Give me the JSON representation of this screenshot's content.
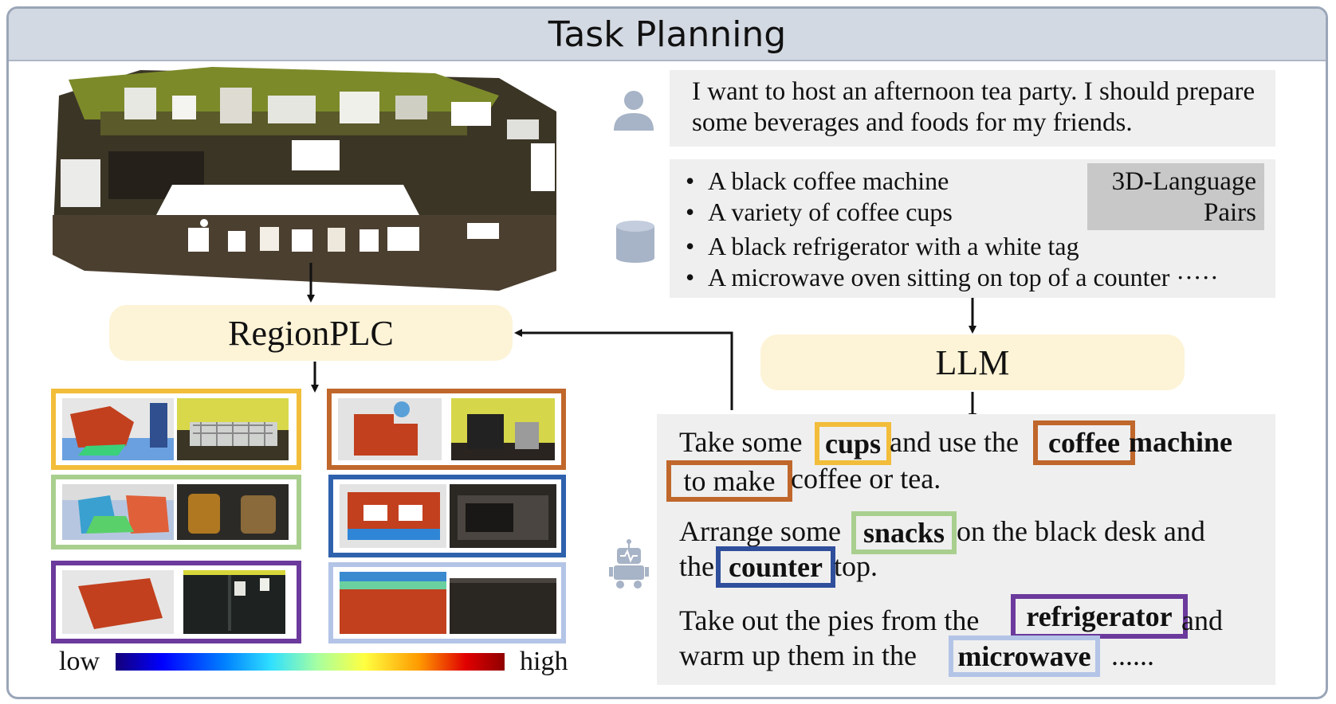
{
  "title": "Task Planning",
  "regionplc_label": "RegionPLC",
  "llm_label": "LLM",
  "legend": {
    "low": "low",
    "high": "high"
  },
  "user_query": "I want to host an afternoon tea party. I should prepare some beverages and foods for my friends.",
  "pairs_tag": "3D-Language Pairs",
  "pairs": [
    "A black coffee machine",
    "A variety of coffee cups",
    "A black refrigerator with a white tag",
    "A microwave oven sitting on top of a counter ·····"
  ],
  "response": {
    "p1_a": "Take some",
    "kw_cups": "cups",
    "p1_b": "and use the",
    "kw_coffee": "coffee",
    "p1_c": "machine",
    "kw_make": "to make",
    "p1_d": "coffee or tea.",
    "p2_a": "Arrange some",
    "kw_snacks": "snacks",
    "p2_b": "on the black desk and",
    "p2_c": "the",
    "kw_counter": "counter",
    "p2_d": "top.",
    "p3_a": "Take out the pies from the",
    "kw_refrigerator": "refrigerator",
    "p3_b": "and",
    "p3_c": "warm up them in the",
    "kw_microwave": "microwave",
    "p3_d": "......"
  },
  "colors": {
    "yellow": "#f2bd3a",
    "orange": "#c0672c",
    "green": "#a9cf8f",
    "blue": "#2f62ad",
    "purple": "#6b3a9c",
    "lightblue": "#b3c4e6",
    "pill": "#fdf3d6",
    "title_bar": "#d3d9e2"
  },
  "icons": [
    "user-icon",
    "database-icon",
    "robot-icon"
  ]
}
